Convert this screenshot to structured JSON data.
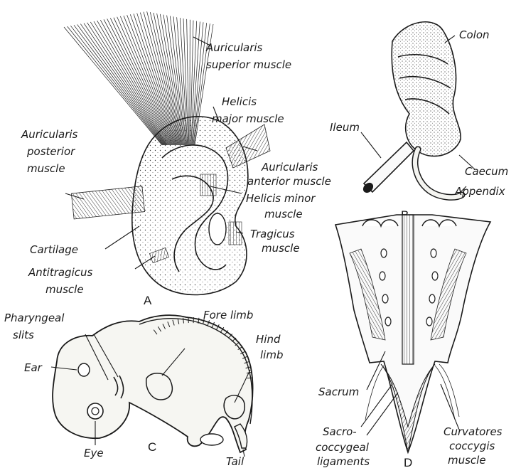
{
  "panels": {
    "a": {
      "letter": "A",
      "labels": {
        "auricularis_superior_1": "Auricularis",
        "auricularis_superior_2": "superior muscle",
        "helicis_major_1": "Helicis",
        "helicis_major_2": "major muscle",
        "auricularis_posterior_1": "Auricularis",
        "auricularis_posterior_2": "posterior",
        "auricularis_posterior_3": "muscle",
        "auricularis_anterior_1": "Auricularis",
        "auricularis_anterior_2": "anterior muscle",
        "helicis_minor_1": "Helicis minor",
        "helicis_minor_2": "muscle",
        "cartilage": "Cartilage",
        "tragicus_1": "Tragicus",
        "tragicus_2": "muscle",
        "antitragicus_1": "Antitragicus",
        "antitragicus_2": "muscle"
      }
    },
    "b": {
      "letter": "B",
      "labels": {
        "colon": "Colon",
        "ileum": "Ileum",
        "caecum": "Caecum",
        "appendix": "Appendix"
      }
    },
    "c": {
      "letter": "C",
      "labels": {
        "pharyngeal_1": "Pharyngeal",
        "pharyngeal_2": "slits",
        "fore_limb": "Fore limb",
        "hind_1": "Hind",
        "hind_2": "limb",
        "ear": "Ear",
        "eye": "Eye",
        "tail": "Tail"
      }
    },
    "d": {
      "letter": "D",
      "labels": {
        "sacrum": "Sacrum",
        "sacro_1": "Sacro-",
        "sacro_2": "coccygeal",
        "sacro_3": "ligaments",
        "curvatores_1": "Curvatores",
        "curvatores_2": "coccygis",
        "curvatores_3": "muscle"
      }
    }
  }
}
